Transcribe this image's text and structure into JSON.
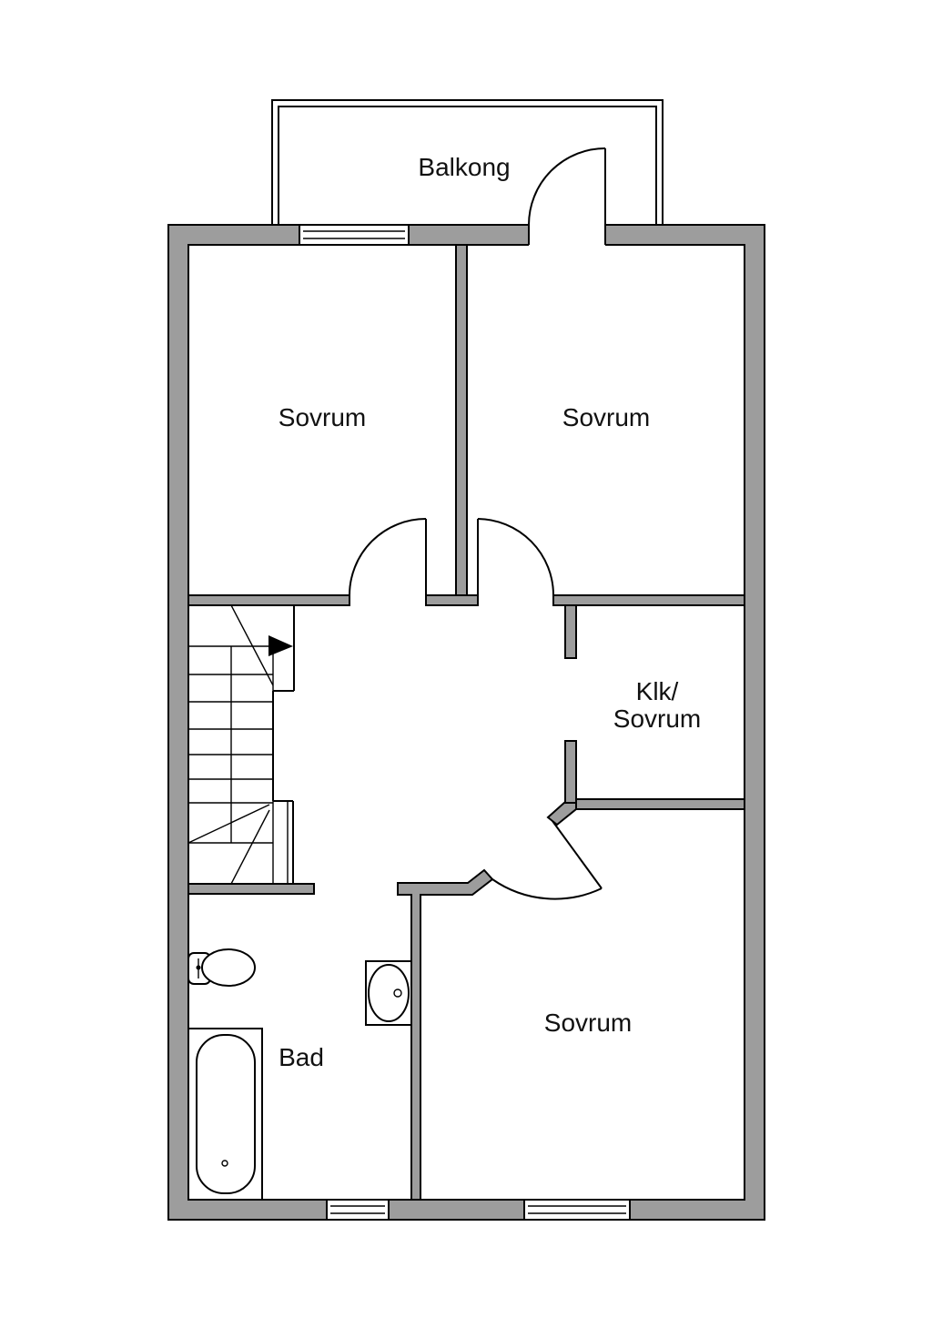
{
  "rooms": {
    "balkong": "Balkong",
    "sovrum_top_left": "Sovrum",
    "sovrum_top_right": "Sovrum",
    "klk_line1": "Klk/",
    "klk_line2": "Sovrum",
    "bad": "Bad",
    "sovrum_bottom_right": "Sovrum"
  },
  "colors": {
    "wall": "#9d9d9d",
    "line": "#000000",
    "background": "#ffffff"
  },
  "icons": {
    "stairs_arrow": "triangle-right-arrow",
    "toilet": "toilet",
    "sink": "sink",
    "bathtub": "bathtub"
  }
}
